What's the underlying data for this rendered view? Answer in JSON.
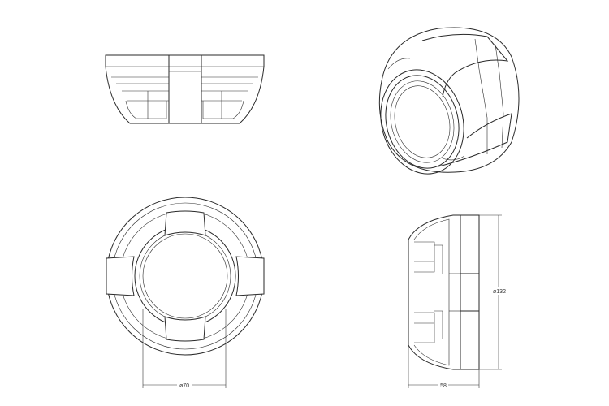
{
  "drawing": {
    "dimensions": {
      "front_diameter": "ø70",
      "side_diameter": "ø132",
      "side_depth": "58"
    },
    "line_color": "#2a2a2a",
    "background": "#ffffff"
  }
}
